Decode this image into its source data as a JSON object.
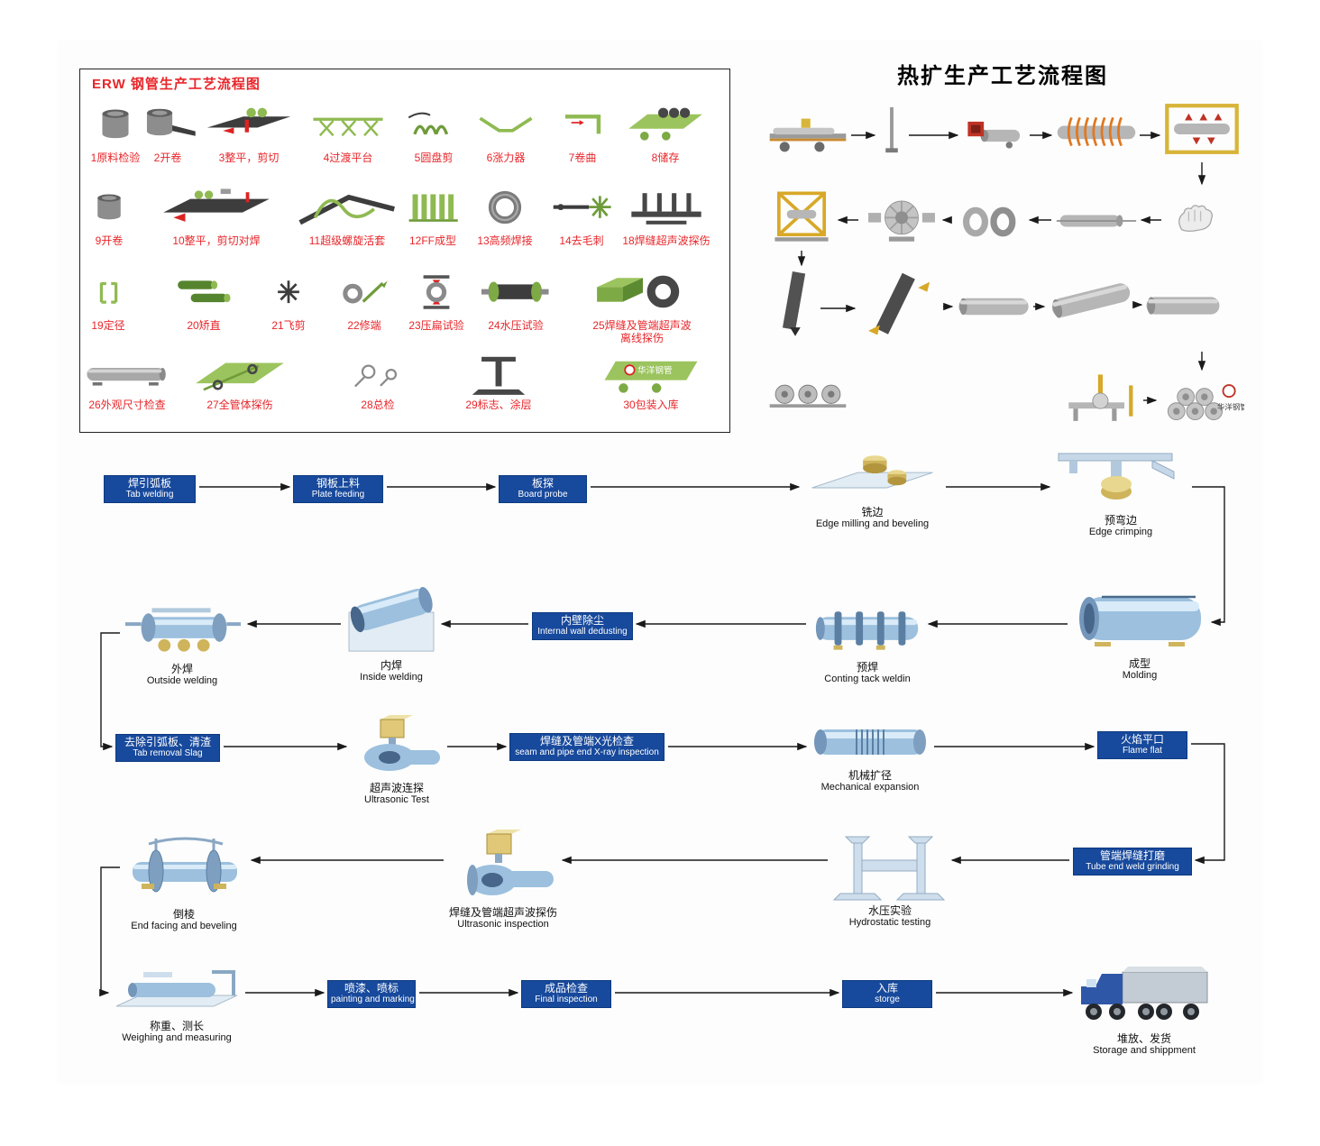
{
  "brand": {
    "name": "华洋钢管"
  },
  "colors": {
    "box_blue": "#17499c",
    "label_red": "#e8262a",
    "erw_green": "#8fba52",
    "steel_blue": "#9cc0de"
  },
  "erw": {
    "title": "ERW 钢管生产工艺流程图",
    "steps": [
      {
        "label": "1原料检验"
      },
      {
        "label": "2开卷"
      },
      {
        "label": "3整平，剪切"
      },
      {
        "label": "4过渡平台"
      },
      {
        "label": "5圆盘剪"
      },
      {
        "label": "6涨力器"
      },
      {
        "label": "7卷曲"
      },
      {
        "label": "8储存"
      },
      {
        "label": "9开卷"
      },
      {
        "label": "10整平，剪切对焊"
      },
      {
        "label": "11超级螺旋活套"
      },
      {
        "label": "12FF成型"
      },
      {
        "label": "13高频焊接"
      },
      {
        "label": "14去毛刺"
      },
      {
        "label": "18焊缝超声波探伤"
      },
      {
        "label": "19定径"
      },
      {
        "label": "20矫直"
      },
      {
        "label": "21飞剪"
      },
      {
        "label": "22修端"
      },
      {
        "label": "23压扁试验"
      },
      {
        "label": "24水压试验"
      },
      {
        "label": "25焊缝及管端超声波离线探伤"
      },
      {
        "label": "26外观尺寸检查"
      },
      {
        "label": "27全管体探伤"
      },
      {
        "label": "28总检"
      },
      {
        "label": "29标志、涂层"
      },
      {
        "label": "30包装入库"
      }
    ]
  },
  "hot": {
    "title": "热扩生产工艺流程图"
  },
  "flow": {
    "tab_welding": {
      "zh": "焊引弧板",
      "en": "Tab welding"
    },
    "plate_feeding": {
      "zh": "钢板上料",
      "en": "Plate feeding"
    },
    "board_probe": {
      "zh": "板探",
      "en": "Board probe"
    },
    "edge_milling": {
      "zh": "铣边",
      "en": "Edge milling and beveling"
    },
    "edge_crimping": {
      "zh": "预弯边",
      "en": "Edge crimping"
    },
    "molding": {
      "zh": "成型",
      "en": "Molding"
    },
    "tack_welding": {
      "zh": "预焊",
      "en": "Conting tack weldin"
    },
    "internal_dedusting": {
      "zh": "内壁除尘",
      "en": "Internal wall dedusting"
    },
    "inside_welding": {
      "zh": "内焊",
      "en": "Inside welding"
    },
    "outside_welding": {
      "zh": "外焊",
      "en": "Outside welding"
    },
    "tab_removal": {
      "zh": "去除引弧板、清渣",
      "en": "Tab removal Slag"
    },
    "ultrasonic_test": {
      "zh": "超声波连探",
      "en": "Ultrasonic Test"
    },
    "xray_inspection": {
      "zh": "焊缝及管端X光检查",
      "en": "seam and pipe end X-ray inspection"
    },
    "mechanical_expansion": {
      "zh": "机械扩径",
      "en": "Mechanical expansion"
    },
    "flame_flat": {
      "zh": "火焰平口",
      "en": "Flame flat"
    },
    "tube_end_grinding": {
      "zh": "管端焊缝打磨",
      "en": "Tube end weld grinding"
    },
    "hydrostatic_testing": {
      "zh": "水压实验",
      "en": "Hydrostatic testing"
    },
    "ultrasonic_inspection": {
      "zh": "焊缝及管端超声波探伤",
      "en": "Ultrasonic inspection"
    },
    "end_facing": {
      "zh": "倒棱",
      "en": "End facing and beveling"
    },
    "weighing": {
      "zh": "称重、测长",
      "en": "Weighing and measuring"
    },
    "painting": {
      "zh": "喷漆、喷标",
      "en": "painting and marking"
    },
    "final_inspection": {
      "zh": "成品检查",
      "en": "Final inspection"
    },
    "storage": {
      "zh": "入库",
      "en": "storge"
    },
    "shipment": {
      "zh": "堆放、发货",
      "en": "Storage and shippment"
    }
  }
}
